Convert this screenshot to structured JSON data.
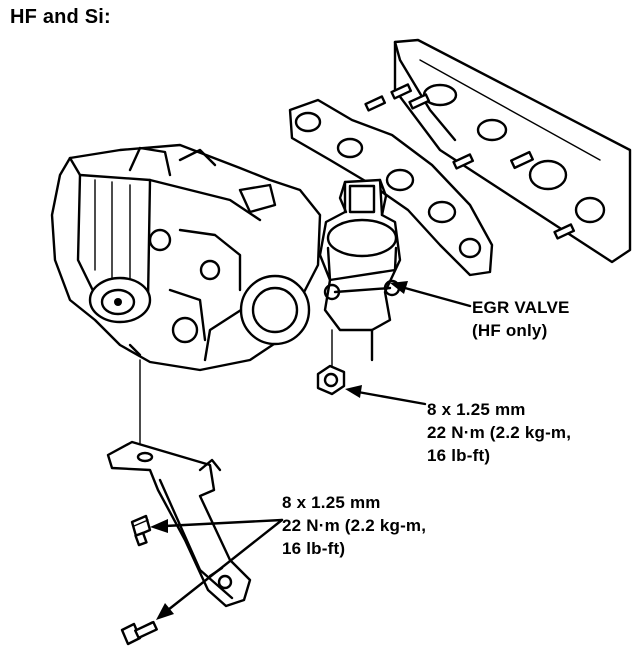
{
  "title": "HF and Si:",
  "callouts": {
    "egr_valve": {
      "lines": [
        "EGR VALVE",
        "(HF only)"
      ]
    },
    "nut_torque": {
      "lines": [
        "8 x 1.25 mm",
        "22 N·m (2.2 kg-m,",
        "16 lb-ft)"
      ]
    },
    "bracket_torque": {
      "lines": [
        "8 x 1.25 mm",
        "22 N·m (2.2 kg-m,",
        "16 lb-ft)"
      ]
    }
  },
  "icons": [
    "engine-throttle-body-illustration",
    "egr-valve-illustration",
    "intake-manifold-gasket-illustration",
    "nut-icon",
    "bolt-icon",
    "bracket-illustration",
    "arrow-icon"
  ]
}
